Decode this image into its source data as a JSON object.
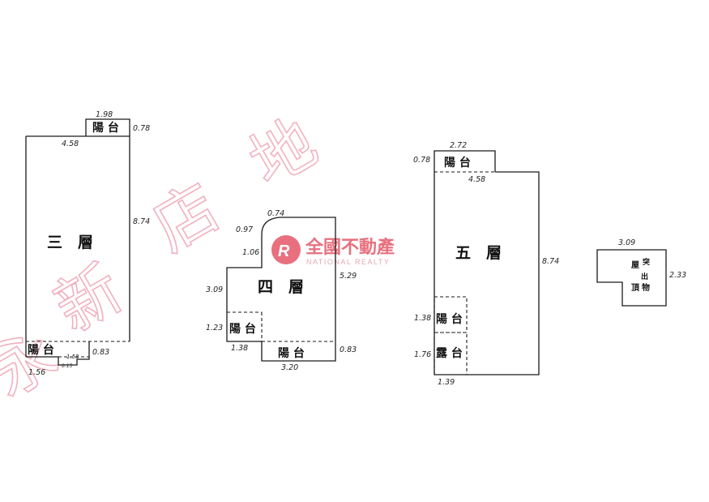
{
  "watermark": {
    "text": "永新店地",
    "color": "#f0a8b8"
  },
  "logo": {
    "brand": "全國不動產",
    "subtitle": "NATIONAL REALTY",
    "color": "#e8707e"
  },
  "floor3": {
    "room_label": "三　層",
    "top_balcony": "陽 台",
    "bottom_balcony": "陽 台",
    "dims": {
      "top_width": "1.98",
      "top_depth": "0.78",
      "main_width": "4.58",
      "main_height": "8.74",
      "bottom_width": "1.56",
      "bottom_small": "1.58",
      "bottom_small2": "0.15",
      "bottom_depth": "0.83"
    }
  },
  "floor4": {
    "room_label": "四　層",
    "left_balcony": "陽 台",
    "bottom_balcony": "陽 台",
    "dims": {
      "top_right": "0.74",
      "top_left": "0.97",
      "left_upper": "1.06",
      "left_height": "3.09",
      "right_height": "5.29",
      "balcony_height": "1.23",
      "balcony_width": "1.38",
      "bottom_width": "3.20",
      "bottom_depth": "0.83"
    }
  },
  "floor5": {
    "room_label": "五　層",
    "top_balcony": "陽 台",
    "side_balcony": "陽 台",
    "side_platform": "露 台",
    "dims": {
      "top_width": "2.72",
      "top_depth": "0.78",
      "main_width": "4.58",
      "main_height": "8.74",
      "balcony_height": "1.38",
      "platform_height": "1.76",
      "bottom_width": "1.39"
    }
  },
  "roof": {
    "label_lines": [
      "屋",
      "突",
      "出",
      "頂",
      "物"
    ],
    "dims": {
      "width": "3.09",
      "height": "2.33"
    }
  }
}
